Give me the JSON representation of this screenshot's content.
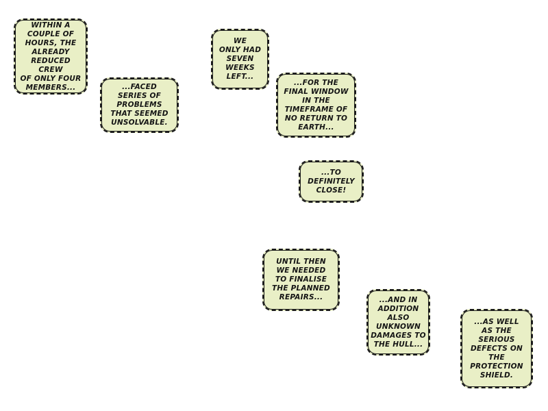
{
  "captions": [
    {
      "text": "WITHIN A\nCOUPLE OF\nHOURS, THE\nALREADY\nREDUCED CREW\nOF ONLY FOUR\nMEMBERS..."
    },
    {
      "text": "...FACED\nSERIES OF\nPROBLEMS\nTHAT SEEMED\nUNSOLVABLE."
    },
    {
      "text": "WE\nONLY HAD\nSEVEN\nWEEKS\nLEFT..."
    },
    {
      "text": "...FOR THE\nFINAL WINDOW\nIN THE\nTIMEFRAME OF\nNO RETURN TO\nEARTH..."
    },
    {
      "text": "...TO\nDEFINITELY\nCLOSE!"
    },
    {
      "text": "UNTIL THEN\nWE NEEDED\nTO FINALISE\nTHE PLANNED\nREPAIRS..."
    },
    {
      "text": "...AND IN\nADDITION\nALSO\nUNKNOWN\nDAMAGES TO\nTHE HULL..."
    },
    {
      "text": "...AS WELL\nAS THE\nSERIOUS\nDEFECTS ON\nTHE\nPROTECTION\nSHIELD."
    }
  ],
  "colors": {
    "caption_bg": "#e9efc6",
    "border": "#1b1b1b"
  }
}
